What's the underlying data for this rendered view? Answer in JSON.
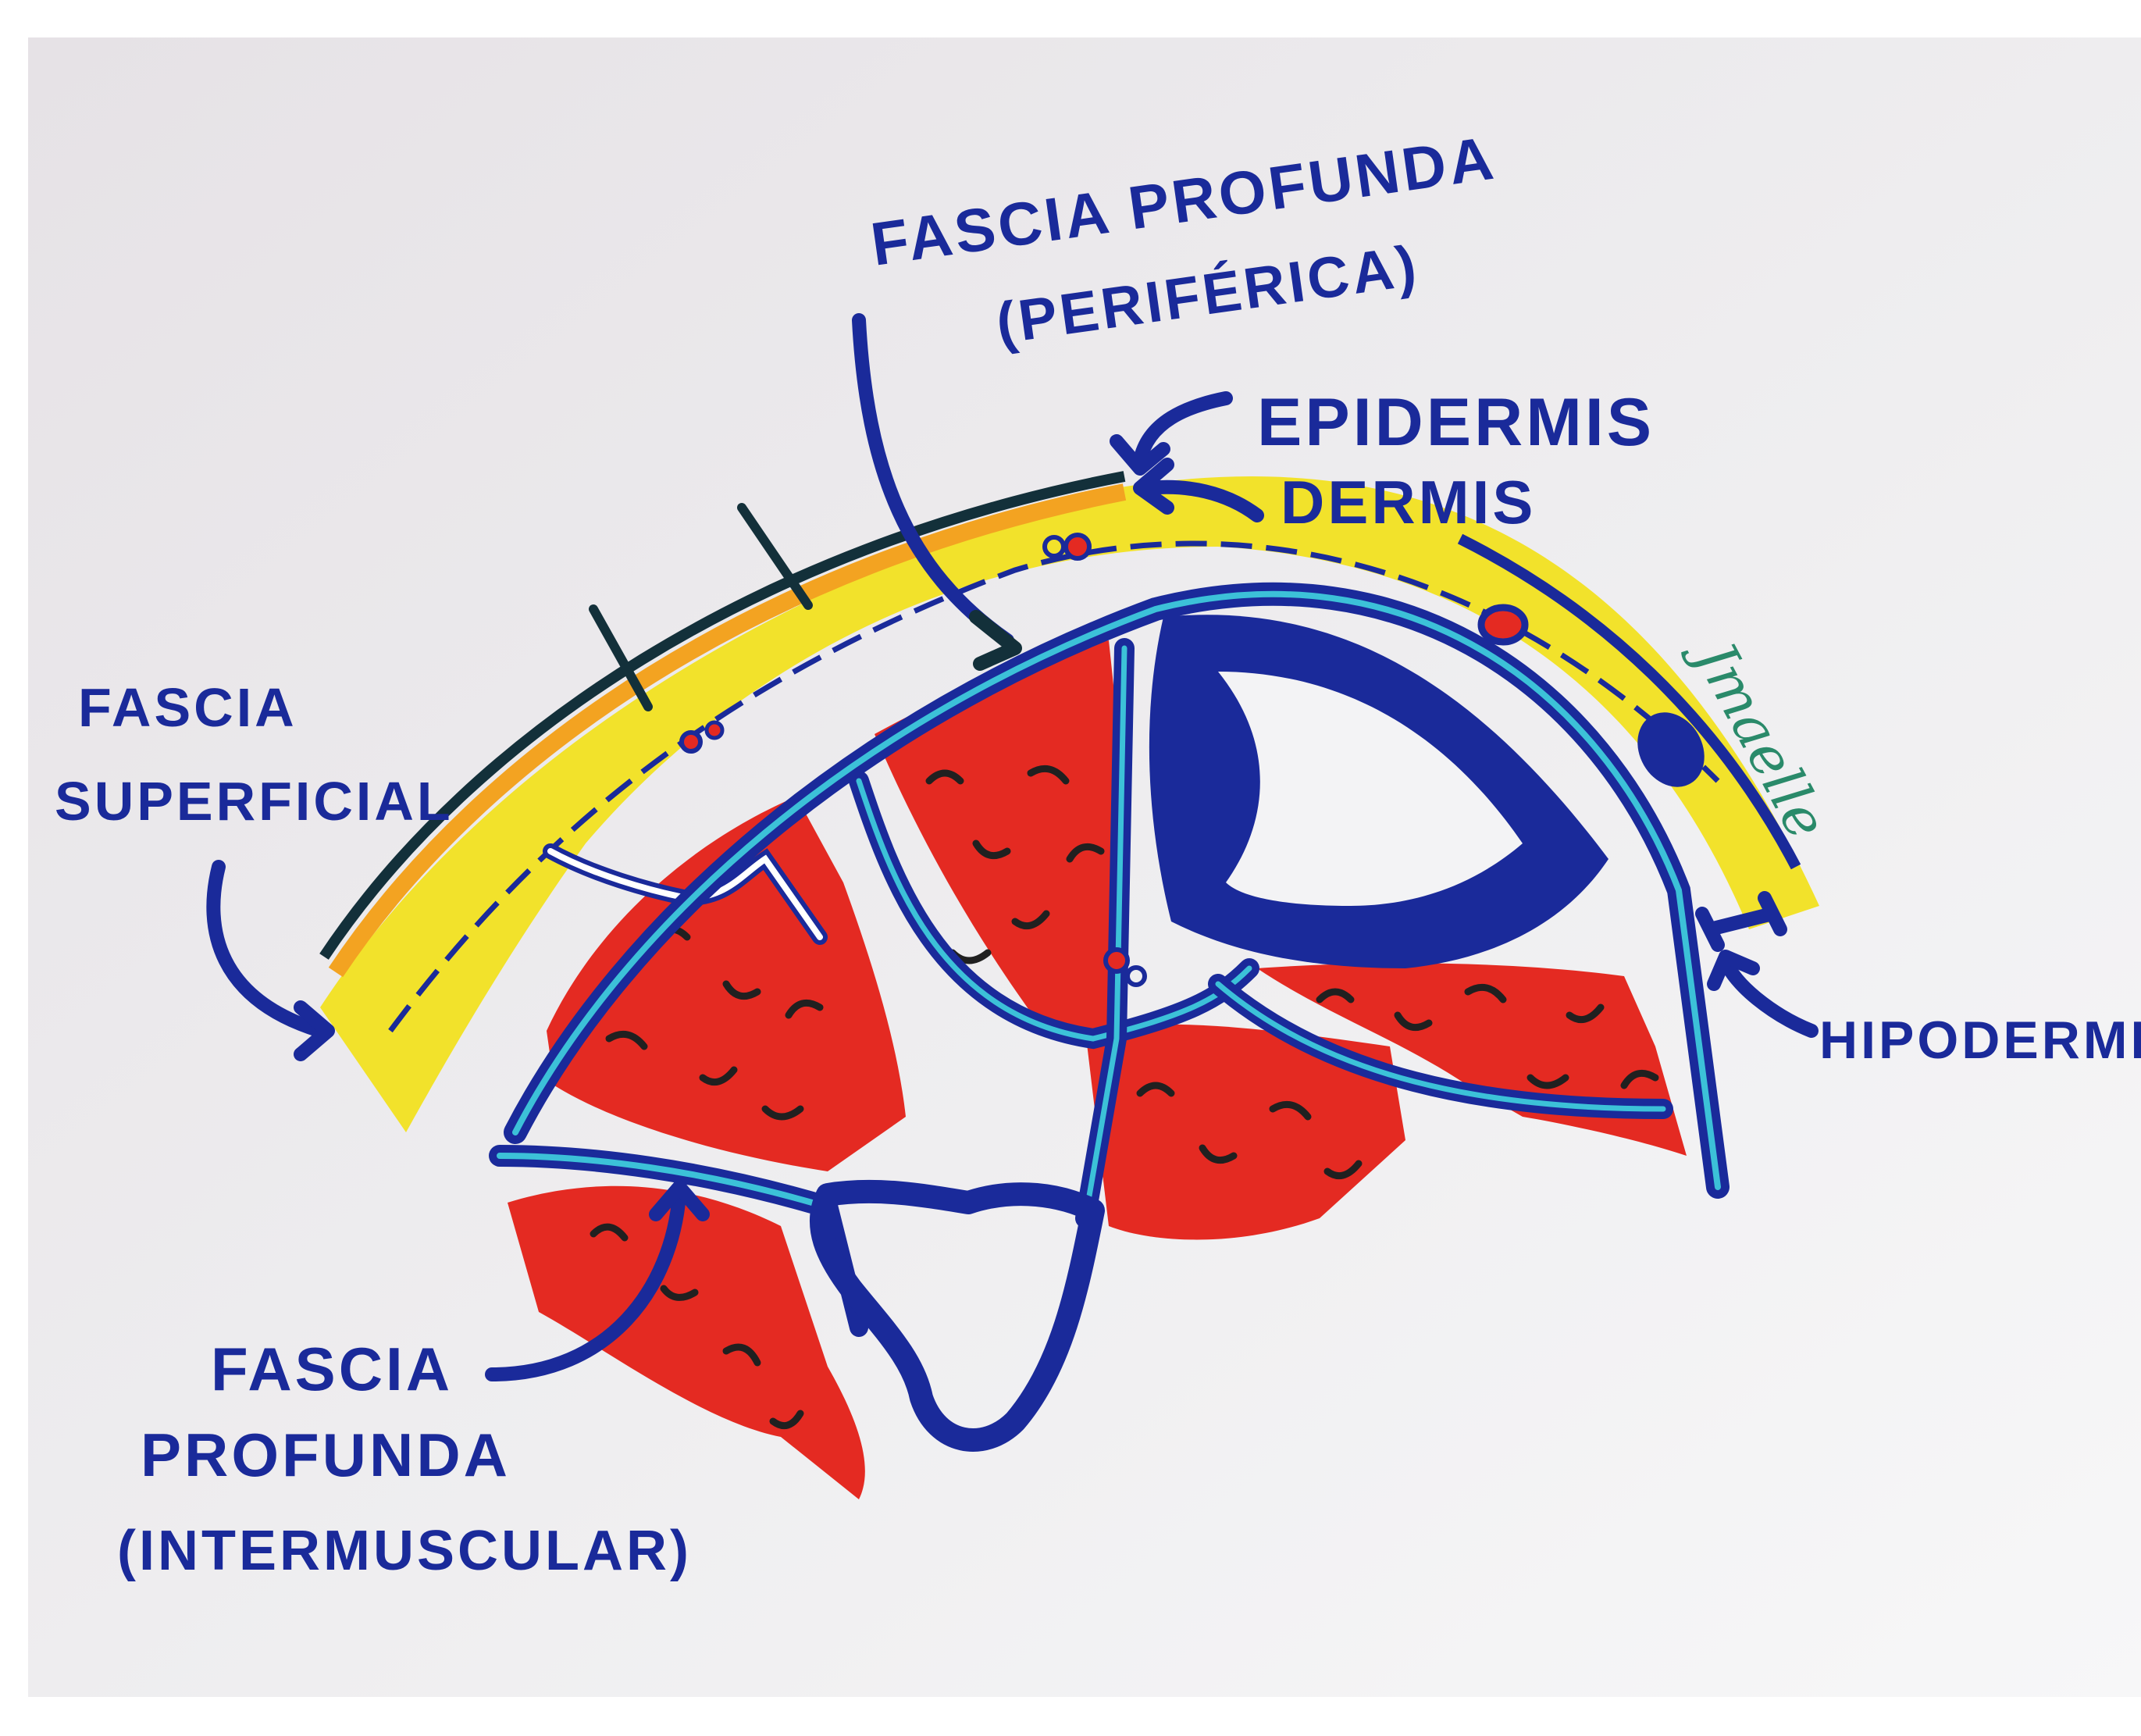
{
  "labels": {
    "fascia_profunda_periferica": [
      "FASCIA PROFUNDA",
      "(PERIFÉRICA)"
    ],
    "epidermis": "EPIDERMIS",
    "dermis": "DERMIS",
    "fascia_superficial": [
      "FASCIA",
      "SUPERFICIAL"
    ],
    "hipodermis": "HIPODERMIS",
    "fascia_profunda_intermuscular": [
      "FASCIA",
      "PROFUNDA",
      "(INTERMUSCULAR)"
    ]
  },
  "signature": "Jmaelle",
  "colors": {
    "ink": "#1a2a9a",
    "paper": "#eceaec",
    "fat_yellow": "#f2e22b",
    "dermis_orange": "#f3a321",
    "muscle_red": "#e42a22",
    "fascia_cyan": "#3cc1d8",
    "epidermis_dark": "#13303a",
    "muscle_fiber": "#202020"
  }
}
